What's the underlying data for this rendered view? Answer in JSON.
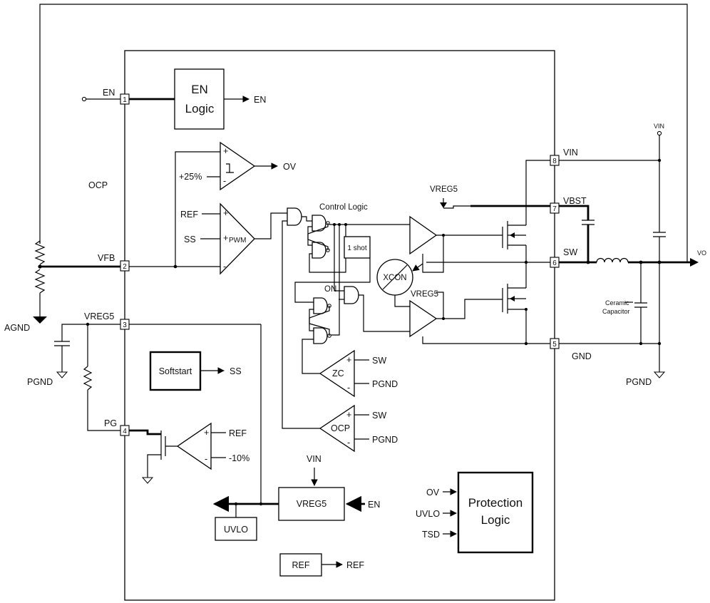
{
  "blocks": {
    "en_logic": [
      "EN",
      "Logic"
    ],
    "control_logic": "Control Logic",
    "one_shot": "1 shot",
    "xcon": "XCON",
    "softstart": "Softstart",
    "uvlo": "UVLO",
    "vreg5": "VREG5",
    "protection_logic": [
      "Protection",
      "Logic"
    ],
    "ref": "REF"
  },
  "pins": [
    {
      "num": "1",
      "label": "EN"
    },
    {
      "num": "2",
      "label": "VFB"
    },
    {
      "num": "3",
      "label": "VREG5"
    },
    {
      "num": "4",
      "label": "PG"
    },
    {
      "num": "5",
      "label": "GND"
    },
    {
      "num": "6",
      "label": "SW"
    },
    {
      "num": "7",
      "label": "VBST"
    },
    {
      "num": "8",
      "label": "VIN"
    }
  ],
  "signals": {
    "en_out": "EN",
    "ov_out": "OV",
    "ocp": "OCP",
    "plus25": "+25%",
    "ref": "REF",
    "ss": "SS",
    "pwm": "PWM",
    "vreg5_top": "VREG5",
    "vreg5_mid": "VREG5",
    "on": "ON",
    "sw": "SW",
    "pgnd": "PGND",
    "zc": "ZC",
    "ocp_comp": "OCP",
    "ss_out": "SS",
    "minus10": "-10%",
    "vin": "VIN",
    "en_in": "EN",
    "ov_in": "OV",
    "uvlo_in": "UVLO",
    "tsd_in": "TSD",
    "ref_out": "REF"
  },
  "external": {
    "agnd": "AGND",
    "pgnd_left": "PGND",
    "pgnd_right": "PGND",
    "vin_top": "VIN",
    "vo": "VO",
    "ceramic_capacitor": [
      "Ceramic",
      "Capacitor"
    ]
  },
  "comparator_signs": {
    "plus": "+",
    "minus": "-"
  }
}
